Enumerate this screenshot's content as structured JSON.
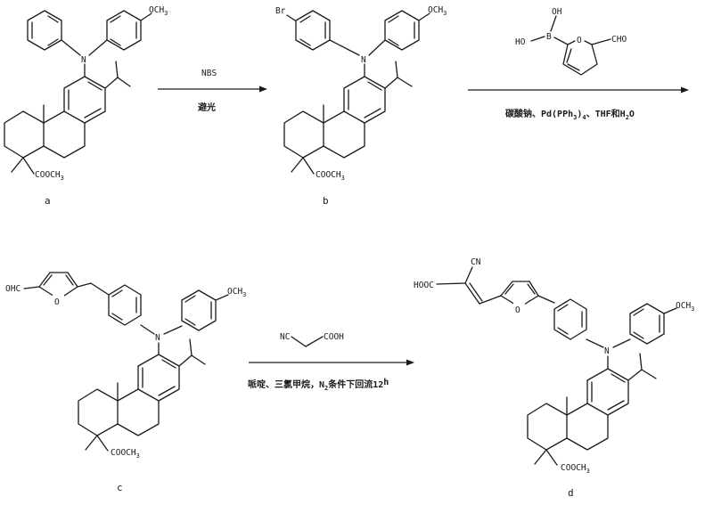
{
  "compounds": {
    "a": {
      "label": "a",
      "groups": {
        "methoxy": "OCH3",
        "nitrogen": "N",
        "ester": "COOCH3"
      }
    },
    "b": {
      "label": "b",
      "groups": {
        "bromo": "Br",
        "methoxy": "OCH3",
        "nitrogen": "N",
        "ester": "COOCH3"
      }
    },
    "c": {
      "label": "c",
      "groups": {
        "aldehyde": "OHC",
        "furan_o": "O",
        "methoxy": "OCH3",
        "nitrogen": "N",
        "ester": "COOCH3"
      }
    },
    "d": {
      "label": "d",
      "groups": {
        "nitrile": "CN",
        "acid": "HOOC",
        "furan_o": "O",
        "methoxy": "OCH3",
        "nitrogen": "N",
        "ester": "COOCH3"
      }
    }
  },
  "steps": {
    "step1": {
      "reagent": "NBS",
      "condition": "避光"
    },
    "step2": {
      "reagent_groups": {
        "oh": "OH",
        "ho": "HO",
        "boron": "B",
        "furan_o": "O",
        "aldehyde": "CHO"
      },
      "condition": "碳酸钠、Pd(PPh3)4、THF和H2O"
    },
    "step3": {
      "reagent_groups": {
        "nitrile": "NC",
        "acid": "COOH"
      },
      "condition": "哌啶、三氯甲烷，N2条件下回流12h"
    }
  },
  "colors": {
    "ink": "#1a1a1a",
    "background": "#ffffff"
  }
}
